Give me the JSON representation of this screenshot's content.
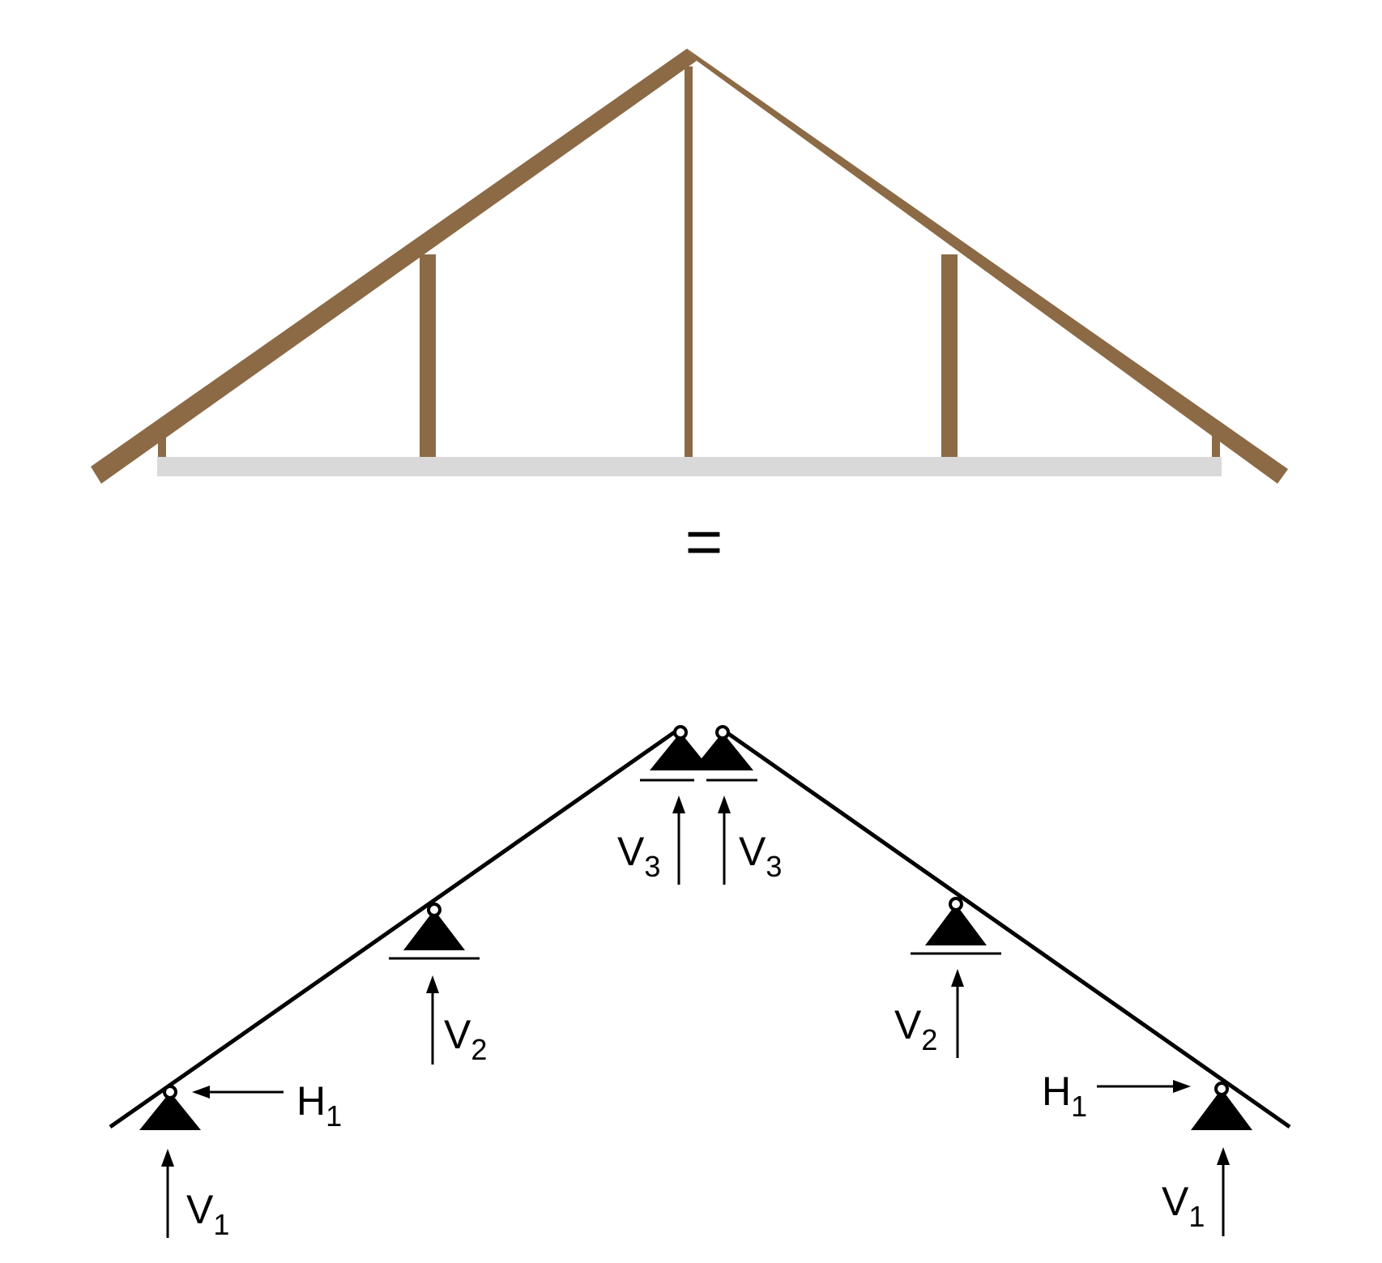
{
  "equals_sign": "=",
  "forces": {
    "left_v1": {
      "letter": "V",
      "index": "1"
    },
    "left_h1": {
      "letter": "H",
      "index": "1"
    },
    "left_v2": {
      "letter": "V",
      "index": "2"
    },
    "left_v3": {
      "letter": "V",
      "index": "3"
    },
    "right_v3": {
      "letter": "V",
      "index": "3"
    },
    "right_v2": {
      "letter": "V",
      "index": "2"
    },
    "right_h1": {
      "letter": "H",
      "index": "1"
    },
    "right_v1": {
      "letter": "V",
      "index": "1"
    }
  },
  "colors": {
    "timber": "#8B6A45",
    "ceiling_joist": "#D9D9D9",
    "line": "#000000"
  }
}
